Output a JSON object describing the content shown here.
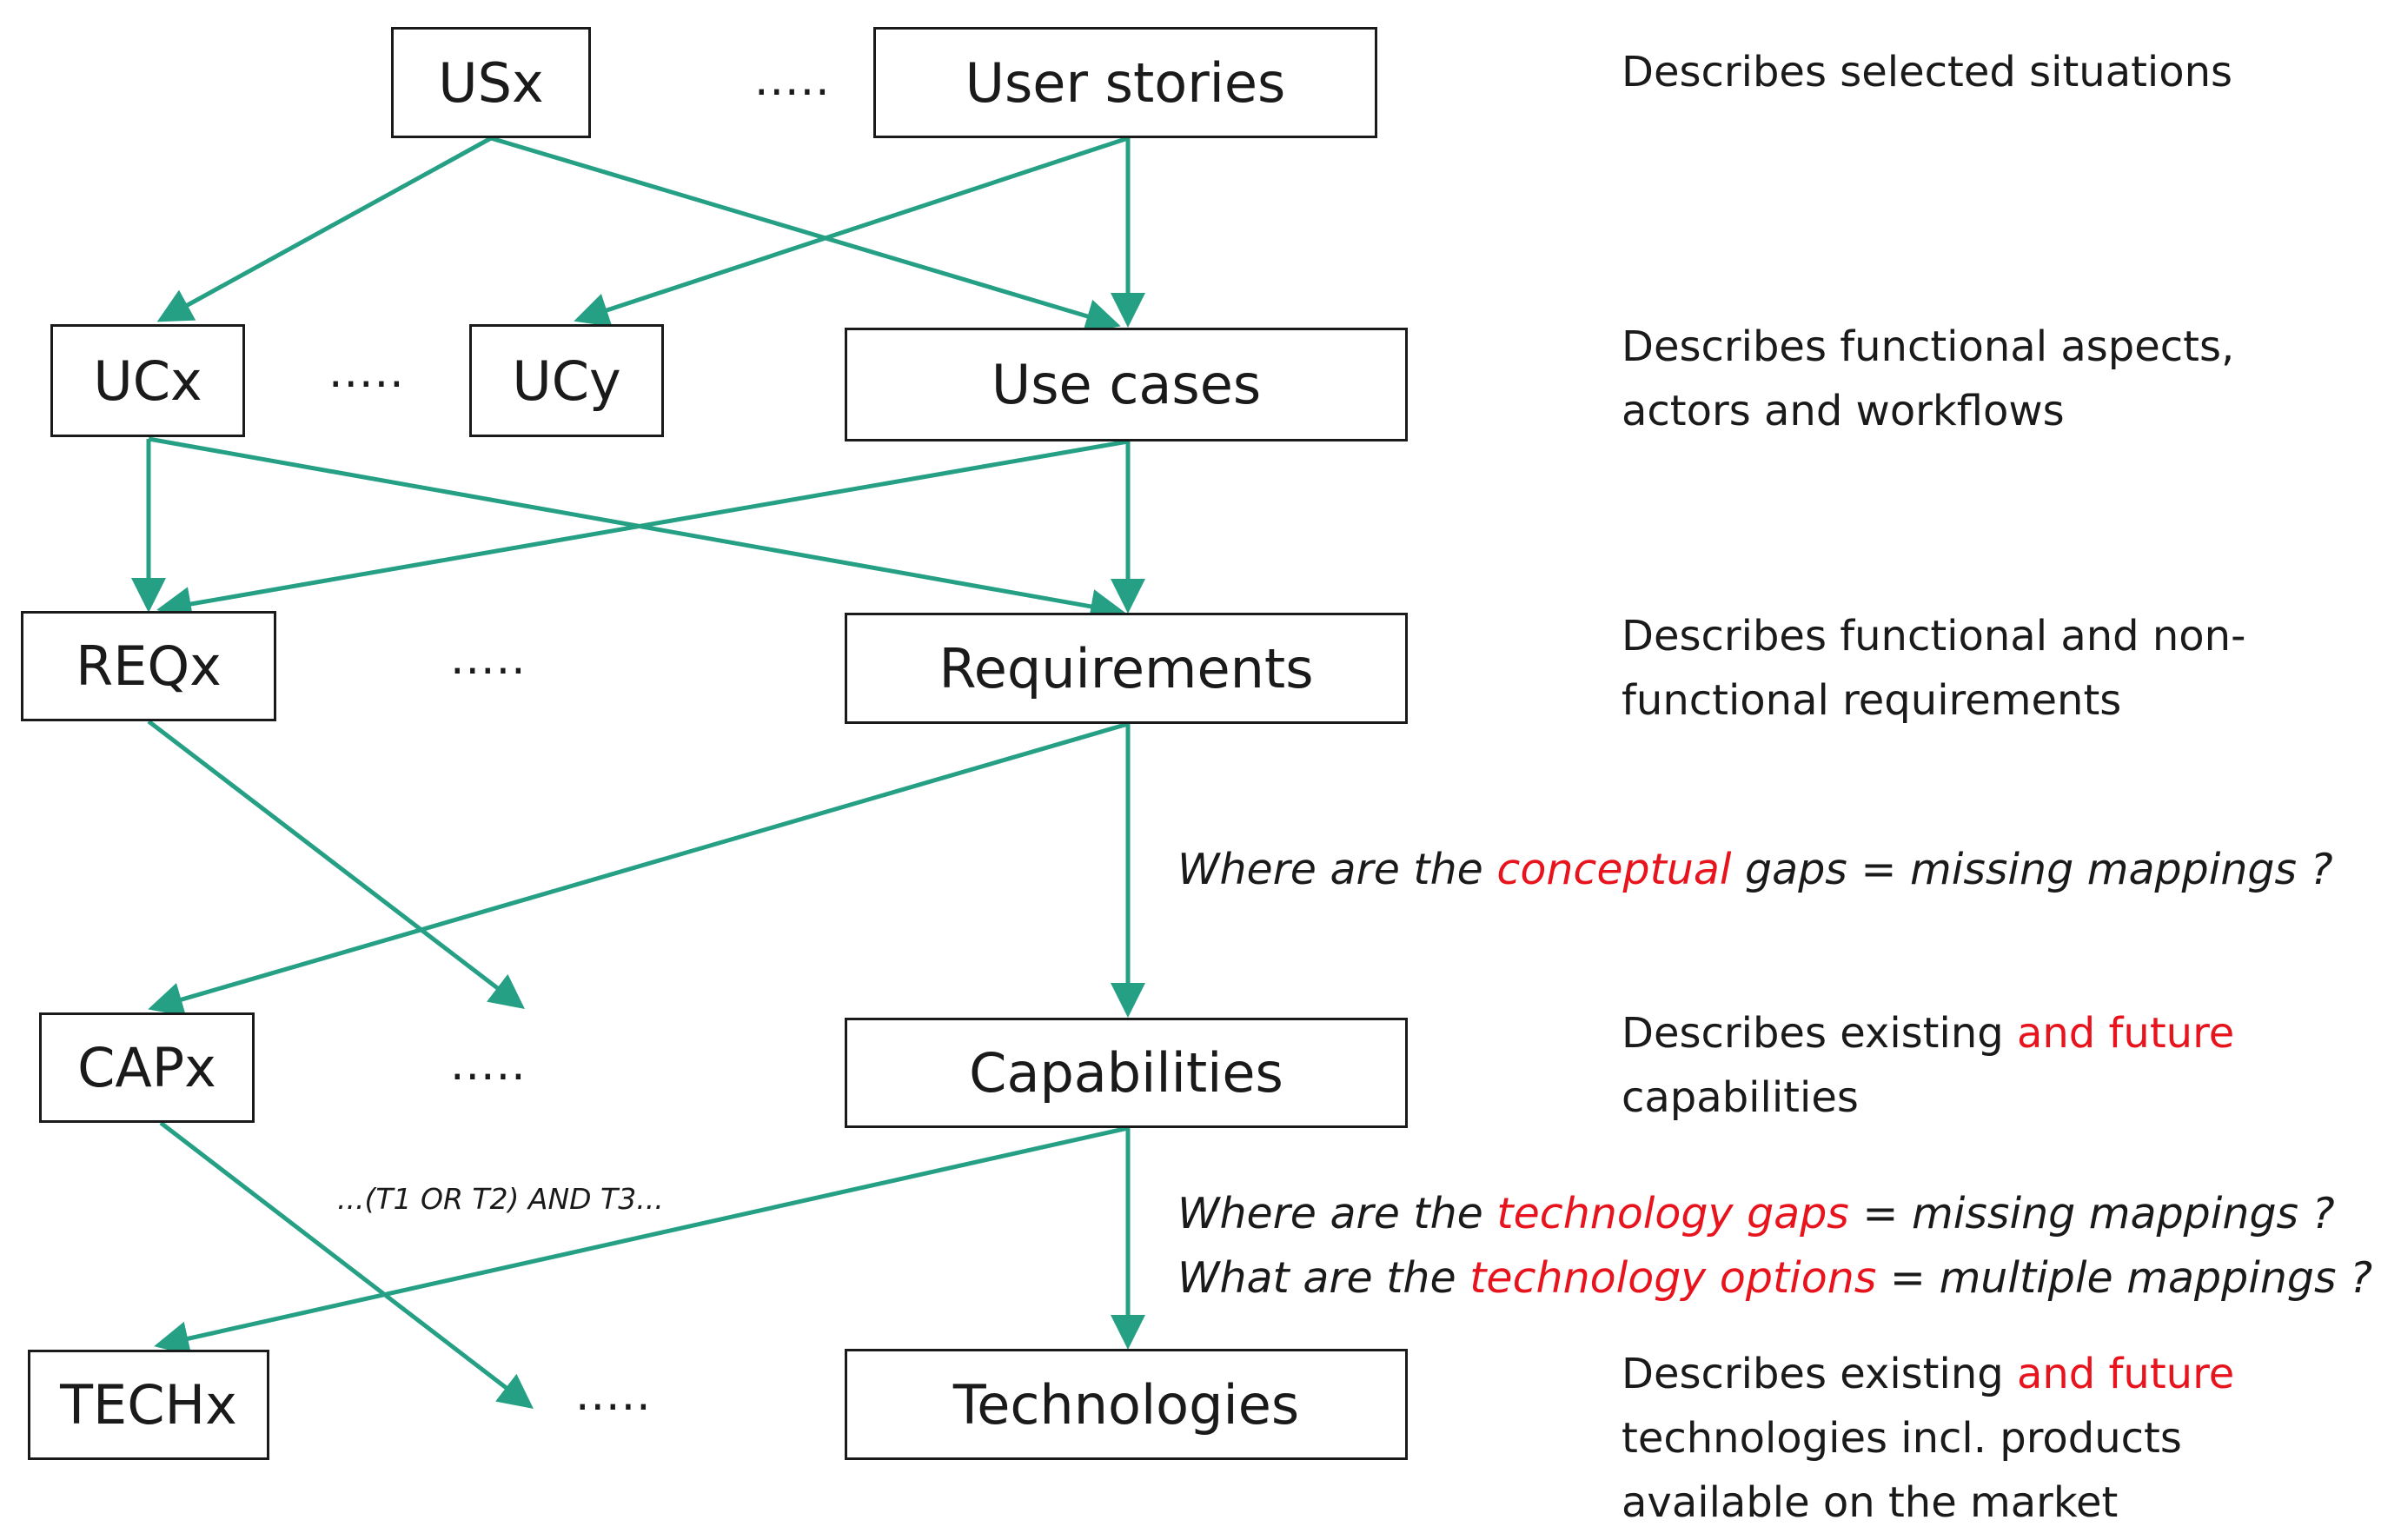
{
  "boxes": {
    "usx": "USx",
    "user_stories": "User stories",
    "ucx": "UCx",
    "ucy": "UCy",
    "use_cases": "Use cases",
    "reqx": "REQx",
    "requirements": "Requirements",
    "capx": "CAPx",
    "capabilities": "Capabilities",
    "techx": "TECHx",
    "technologies": "Technologies"
  },
  "ellipsis": ".....",
  "formula": "...(T1 OR T2) AND T3...",
  "descriptions": {
    "user_stories": [
      "Describes selected situations"
    ],
    "use_cases": [
      "Describes functional aspects,",
      "actors and workflows"
    ],
    "requirements": [
      "Describes functional and non-",
      "functional requirements"
    ],
    "capabilities": {
      "line1_plain": "Describes existing ",
      "line1_red": "and future",
      "line2": "capabilities"
    },
    "technologies": {
      "line1_plain": "Describes existing ",
      "line1_red": "and future",
      "line2": "technologies incl. products",
      "line3": "available on the market"
    }
  },
  "questions": {
    "conceptual": {
      "pre": "Where are the ",
      "red": "conceptual",
      "post": " gaps = missing mappings ?"
    },
    "tech_gaps": {
      "pre": "Where are the ",
      "red": "technology gaps",
      "post": " = missing mappings ?"
    },
    "tech_options": {
      "pre": "What are the ",
      "red": "technology options",
      "post": " = multiple mappings ?"
    }
  },
  "colors": {
    "arrow": "#26a085",
    "highlight": "#e8141d",
    "border": "#1a1a1a"
  }
}
